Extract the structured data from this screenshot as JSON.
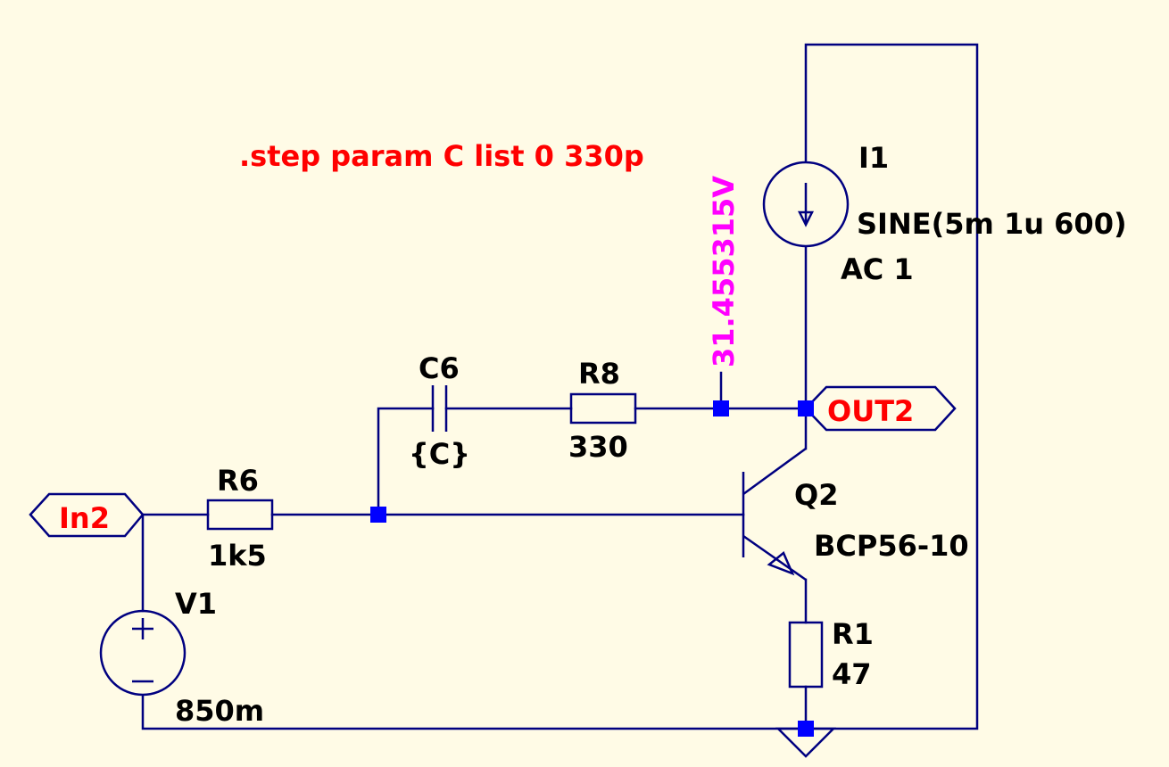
{
  "directive": ".step param C list 0 330p",
  "probe_voltage": "31.455315V",
  "ports": {
    "input": "In2",
    "output": "OUT2"
  },
  "components": {
    "I1": {
      "name": "I1",
      "value": "SINE(5m 1u 600)",
      "ac": "AC 1"
    },
    "C6": {
      "name": "C6",
      "value": "{C}"
    },
    "R8": {
      "name": "R8",
      "value": "330"
    },
    "R6": {
      "name": "R6",
      "value": "1k5"
    },
    "Q2": {
      "name": "Q2",
      "value": "BCP56-10"
    },
    "R1": {
      "name": "R1",
      "value": "47"
    },
    "V1": {
      "name": "V1",
      "value": "850m"
    }
  },
  "colors": {
    "background": "#FFFBE6",
    "wire": "#000080",
    "node": "#0000FF",
    "directive": "#FF0000",
    "probe": "#FF00FF"
  }
}
